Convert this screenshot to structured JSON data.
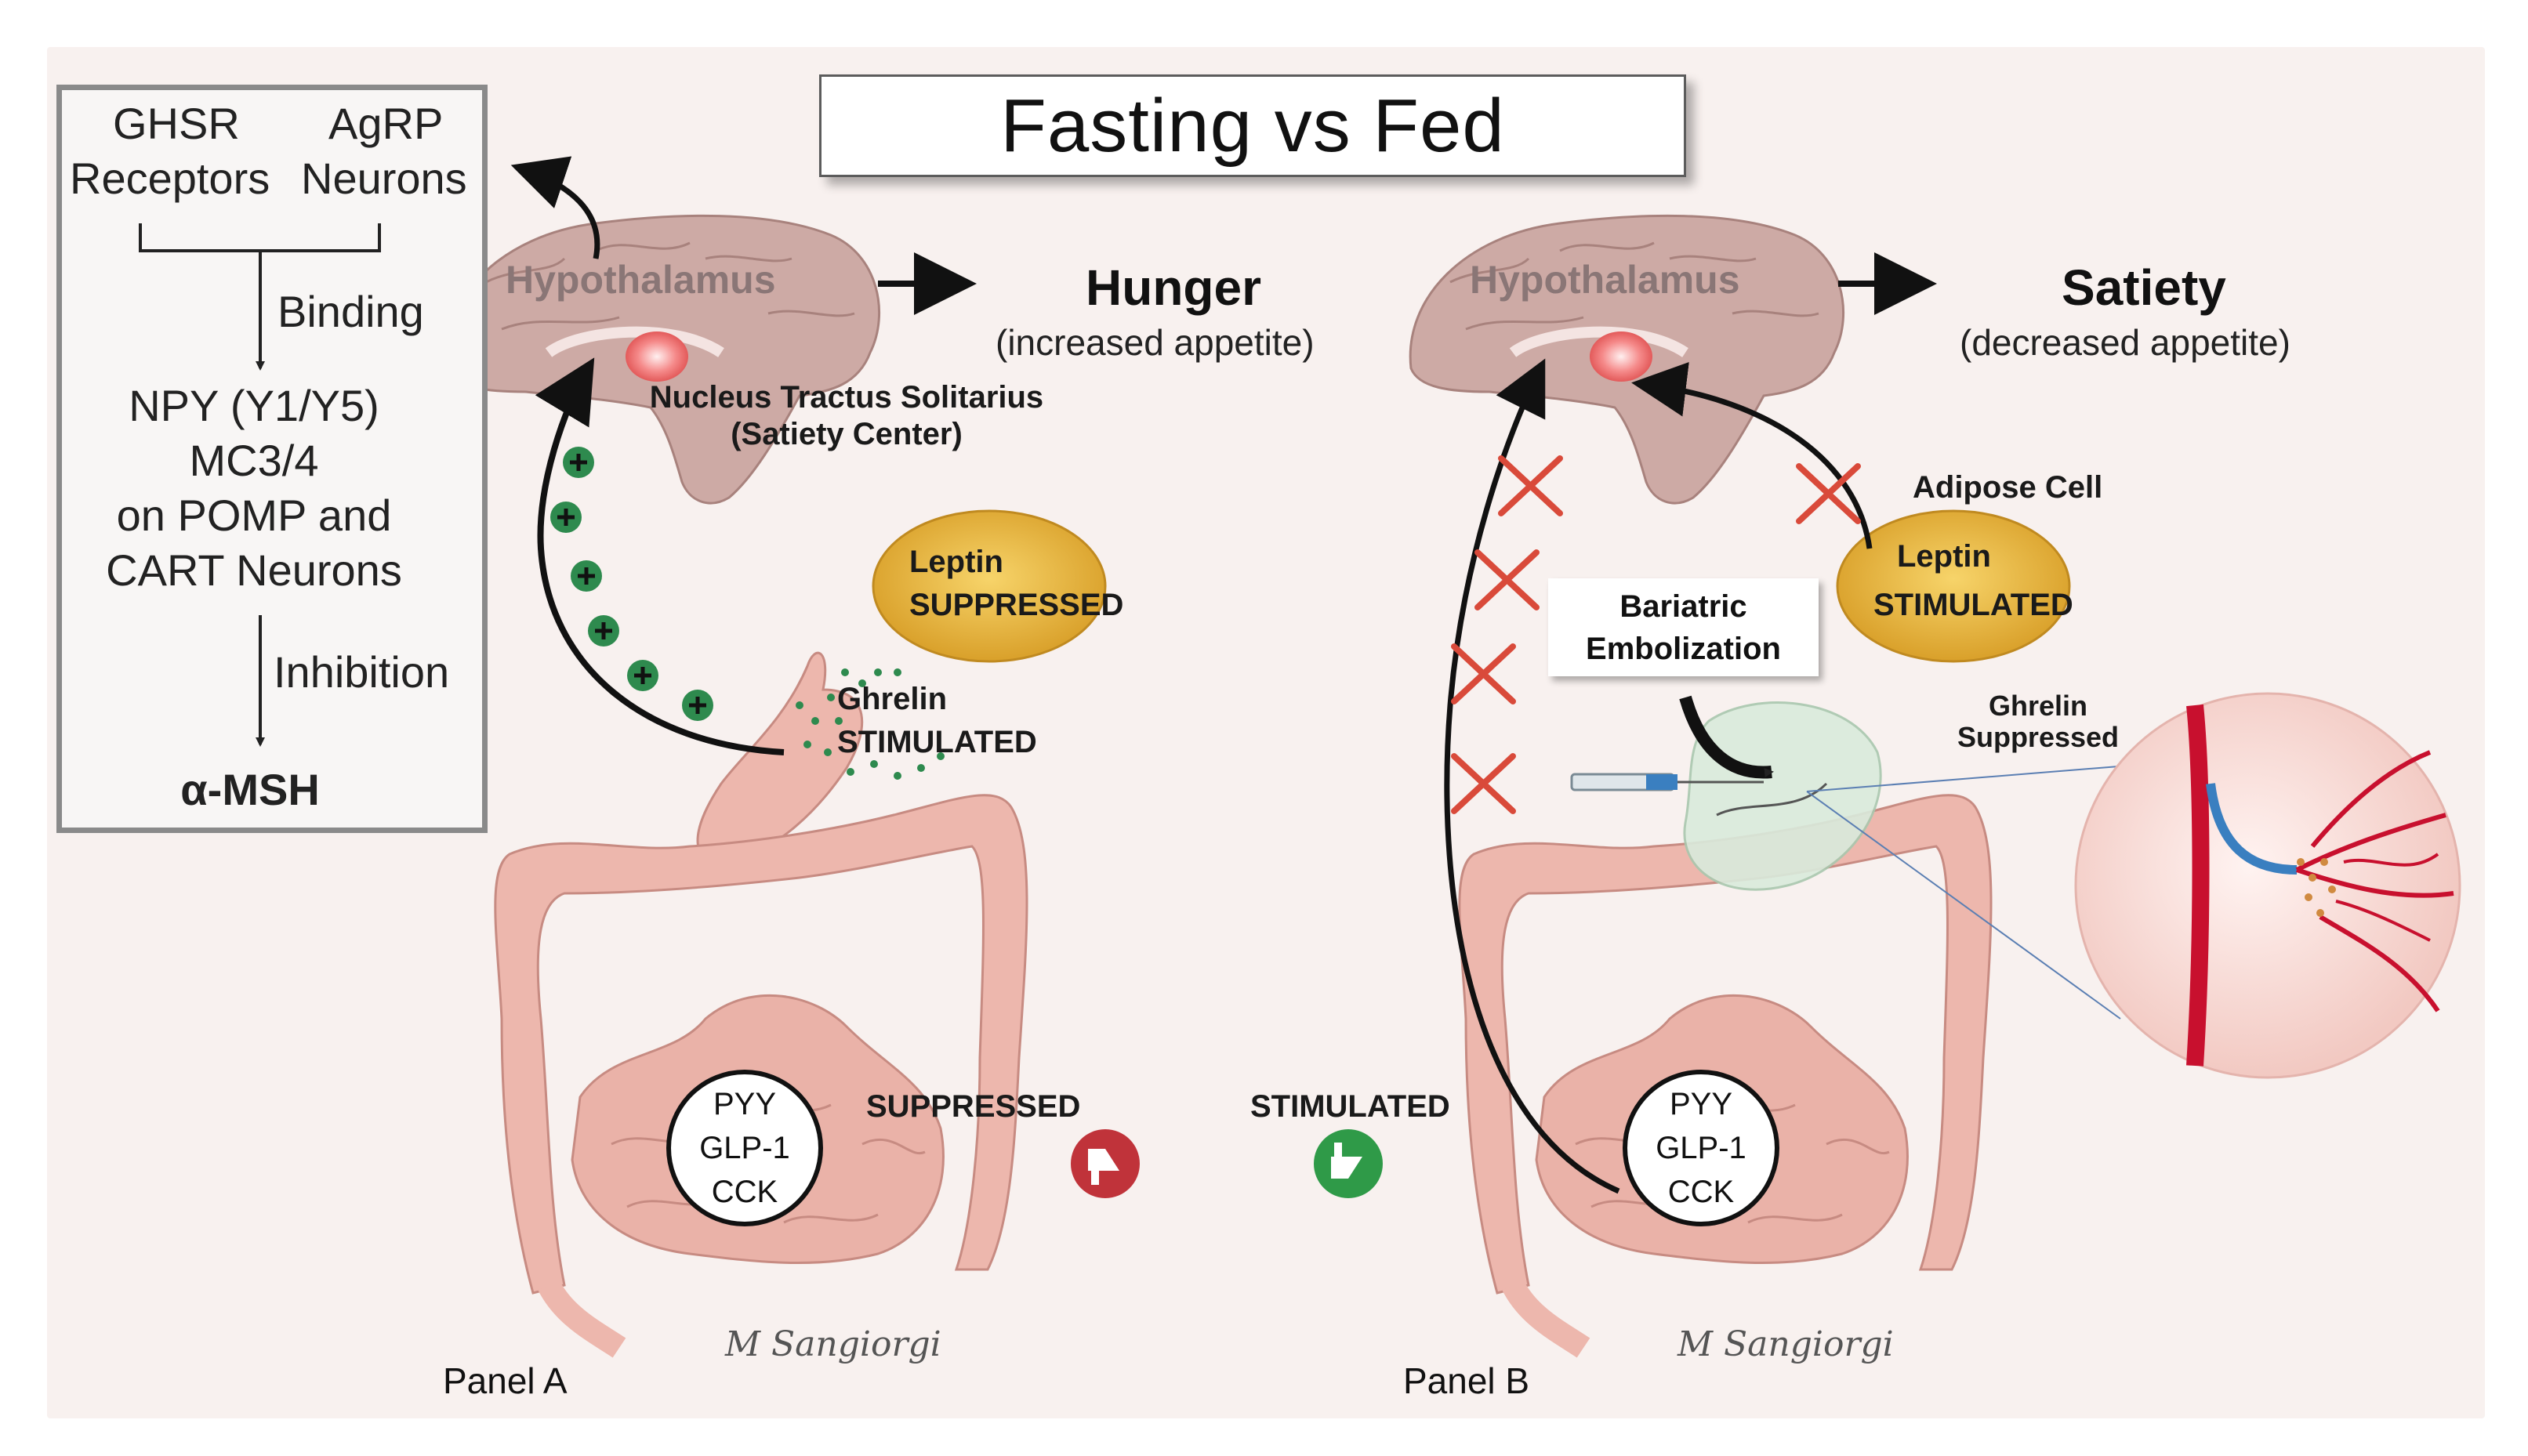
{
  "title": "Fasting vs Fed",
  "mechanism_box": {
    "ghsr_line1": "GHSR",
    "ghsr_line2": "Receptors",
    "agrp_line1": "AgRP",
    "agrp_line2": "Neurons",
    "binding": "Binding",
    "targets": [
      "NPY (Y1/Y5)",
      "MC3/4",
      "on POMP and",
      "CART Neurons"
    ],
    "inhibition": "Inhibition",
    "result": "α-MSH"
  },
  "panel_a": {
    "hypothalamus": "Hypothalamus",
    "outcome_title": "Hunger",
    "outcome_sub": "(increased appetite)",
    "nts_line1": "Nucleus Tractus Solitarius",
    "nts_line2": "(Satiety Center)",
    "leptin_line1": "Leptin",
    "leptin_line2": "SUPPRESSED",
    "ghrelin_line1": "Ghrelin",
    "ghrelin_line2": "STIMULATED",
    "gut_hormones": [
      "PYY",
      "GLP-1",
      "CCK"
    ],
    "gut_status": "SUPPRESSED",
    "label": "Panel A"
  },
  "panel_b": {
    "hypothalamus": "Hypothalamus",
    "outcome_title": "Satiety",
    "outcome_sub": "(decreased appetite)",
    "adipose": "Adipose Cell",
    "leptin_line1": "Leptin",
    "leptin_line2": "STIMULATED",
    "procedure_line1": "Bariatric",
    "procedure_line2": "Embolization",
    "ghrelin_line1": "Ghrelin",
    "ghrelin_line2": "Suppressed",
    "gut_hormones": [
      "PYY",
      "GLP-1",
      "CCK"
    ],
    "gut_status": "STIMULATED",
    "label": "Panel B"
  },
  "signature": "M Sangiorgi",
  "colors": {
    "brain": "#c9a9a4",
    "intestine": "#e8a9a1",
    "leptin": "#e8b53a",
    "plus_green": "#2e8a4e",
    "x_red": "#d94a3a",
    "thumb_down": "#c0333a",
    "thumb_up": "#2f9a48"
  }
}
